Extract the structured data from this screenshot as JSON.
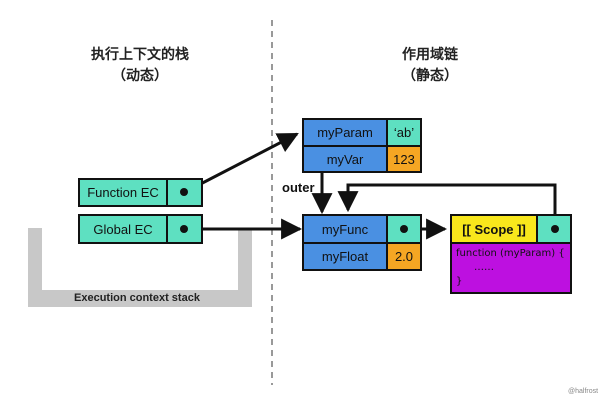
{
  "left_title": {
    "line1": "执行上下文的栈",
    "line2": "（动态）"
  },
  "right_title": {
    "line1": "作用域链",
    "line2": "（静态）"
  },
  "stack": {
    "function_ec": "Function EC",
    "global_ec": "Global EC",
    "label": "Execution context stack"
  },
  "function_env": {
    "rows": [
      {
        "name": "myParam",
        "value": "‘ab’"
      },
      {
        "name": "myVar",
        "value": "123"
      }
    ]
  },
  "global_env": {
    "rows": [
      {
        "name": "myFunc",
        "value": ""
      },
      {
        "name": "myFloat",
        "value": "2.0"
      }
    ]
  },
  "outer_label": "outer",
  "function_object": {
    "scope_label": "[[ Scope ]]",
    "code_lines": [
      "function (myParam) {",
      "……",
      "}"
    ]
  },
  "watermark": "@halfrost",
  "colors": {
    "teal": "#5ee0c1",
    "blue": "#4a90e2",
    "orange": "#f5a623",
    "yellow": "#f8e71c",
    "purple": "#bd10e0",
    "stack_gray": "#c8c8c8"
  }
}
